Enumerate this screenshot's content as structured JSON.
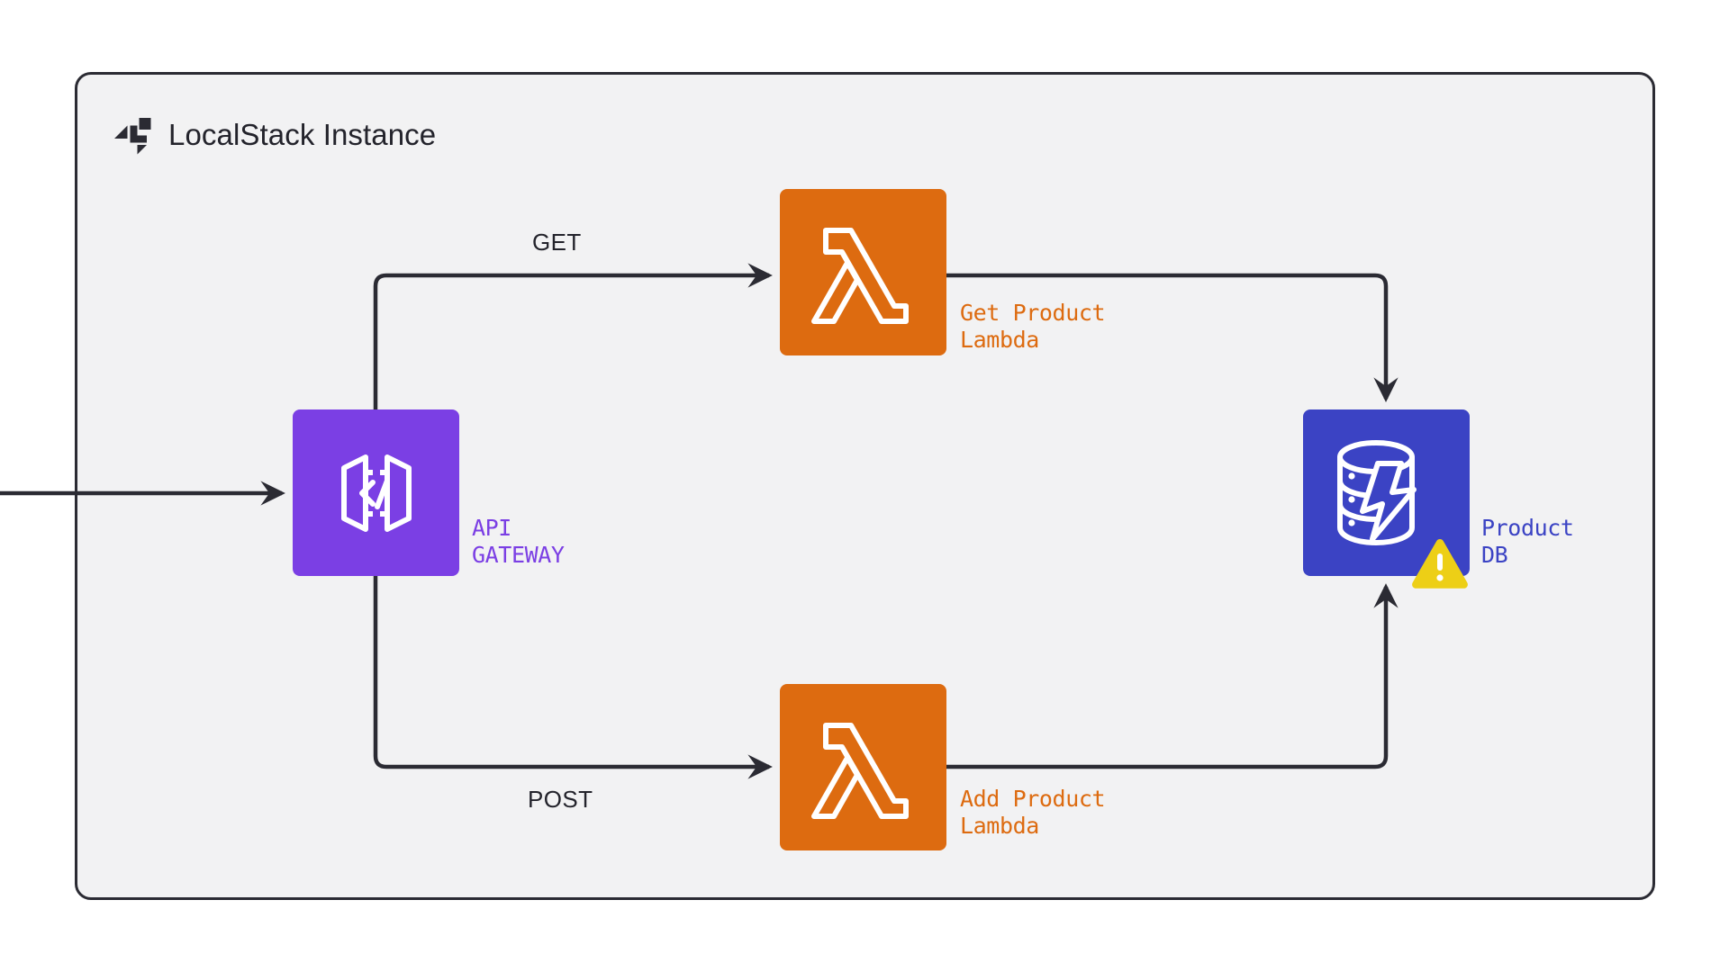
{
  "diagram": {
    "container": {
      "title": "LocalStack Instance",
      "logo_icon": "localstack-logo-icon",
      "background_color": "#f2f2f3",
      "border_color": "#2b2b33"
    },
    "nodes": [
      {
        "id": "api-gateway",
        "label": "API\nGATEWAY",
        "icon": "api-gateway-icon",
        "color": "#7b3fe4"
      },
      {
        "id": "get-product-lambda",
        "label": "Get Product\nLambda",
        "icon": "lambda-icon",
        "color": "#dd6b10"
      },
      {
        "id": "add-product-lambda",
        "label": "Add Product\nLambda",
        "icon": "lambda-icon",
        "color": "#dd6b10"
      },
      {
        "id": "product-db",
        "label": "Product\nDB",
        "icon": "dynamodb-icon",
        "color": "#3b43c4",
        "badge": {
          "icon": "warning-triangle-icon",
          "color": "#edcf16"
        }
      }
    ],
    "edges": [
      {
        "id": "inbound-request",
        "from": "external",
        "to": "api-gateway",
        "label": ""
      },
      {
        "id": "get-route",
        "from": "api-gateway",
        "to": "get-product-lambda",
        "label": "GET"
      },
      {
        "id": "post-route",
        "from": "api-gateway",
        "to": "add-product-lambda",
        "label": "POST"
      },
      {
        "id": "get-to-db",
        "from": "get-product-lambda",
        "to": "product-db",
        "label": ""
      },
      {
        "id": "add-to-db",
        "from": "add-product-lambda",
        "to": "product-db",
        "label": ""
      }
    ],
    "colors": {
      "line": "#2b2b33",
      "canvas": "#ffffff",
      "purple": "#7b3fe4",
      "orange": "#dd6b10",
      "blue": "#3b43c4",
      "yellow": "#edcf16"
    }
  }
}
